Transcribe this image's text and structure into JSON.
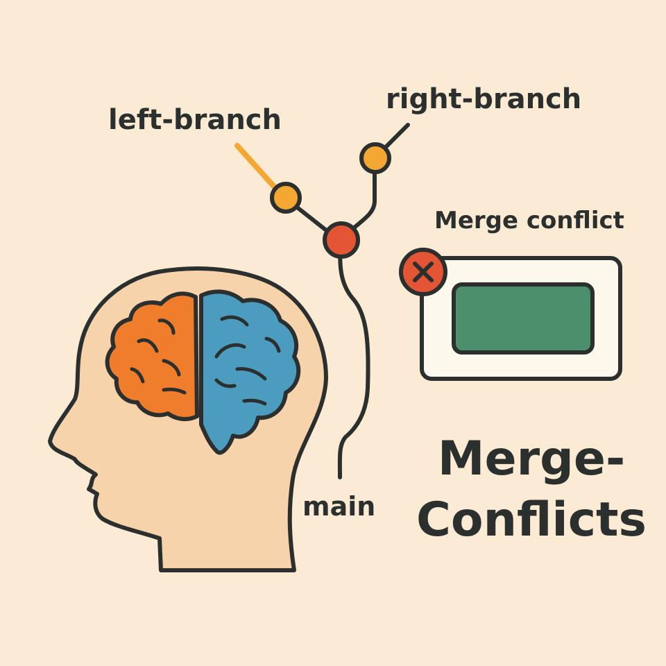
{
  "labels": {
    "left_branch": "left-branch",
    "right_branch": "right-branch",
    "main": "main",
    "merge_conflict": "Merge conflict"
  },
  "title": {
    "line1": "Merge-",
    "line2": "Conflicts"
  },
  "icons": {
    "head": "head-silhouette-icon",
    "brain": "brain-icon",
    "error": "close-x-icon"
  },
  "colors": {
    "background": "#fbebd4",
    "outline": "#2b2f2e",
    "skin": "#f7d3ac",
    "brain_left": "#f07d2c",
    "brain_right": "#4c9cc0",
    "branch_commit": "#f5a733",
    "merge_commit": "#e45533",
    "error_badge": "#e45533",
    "conflict_panel": "#fdf8ec",
    "conflict_block": "#4b8f6c"
  }
}
